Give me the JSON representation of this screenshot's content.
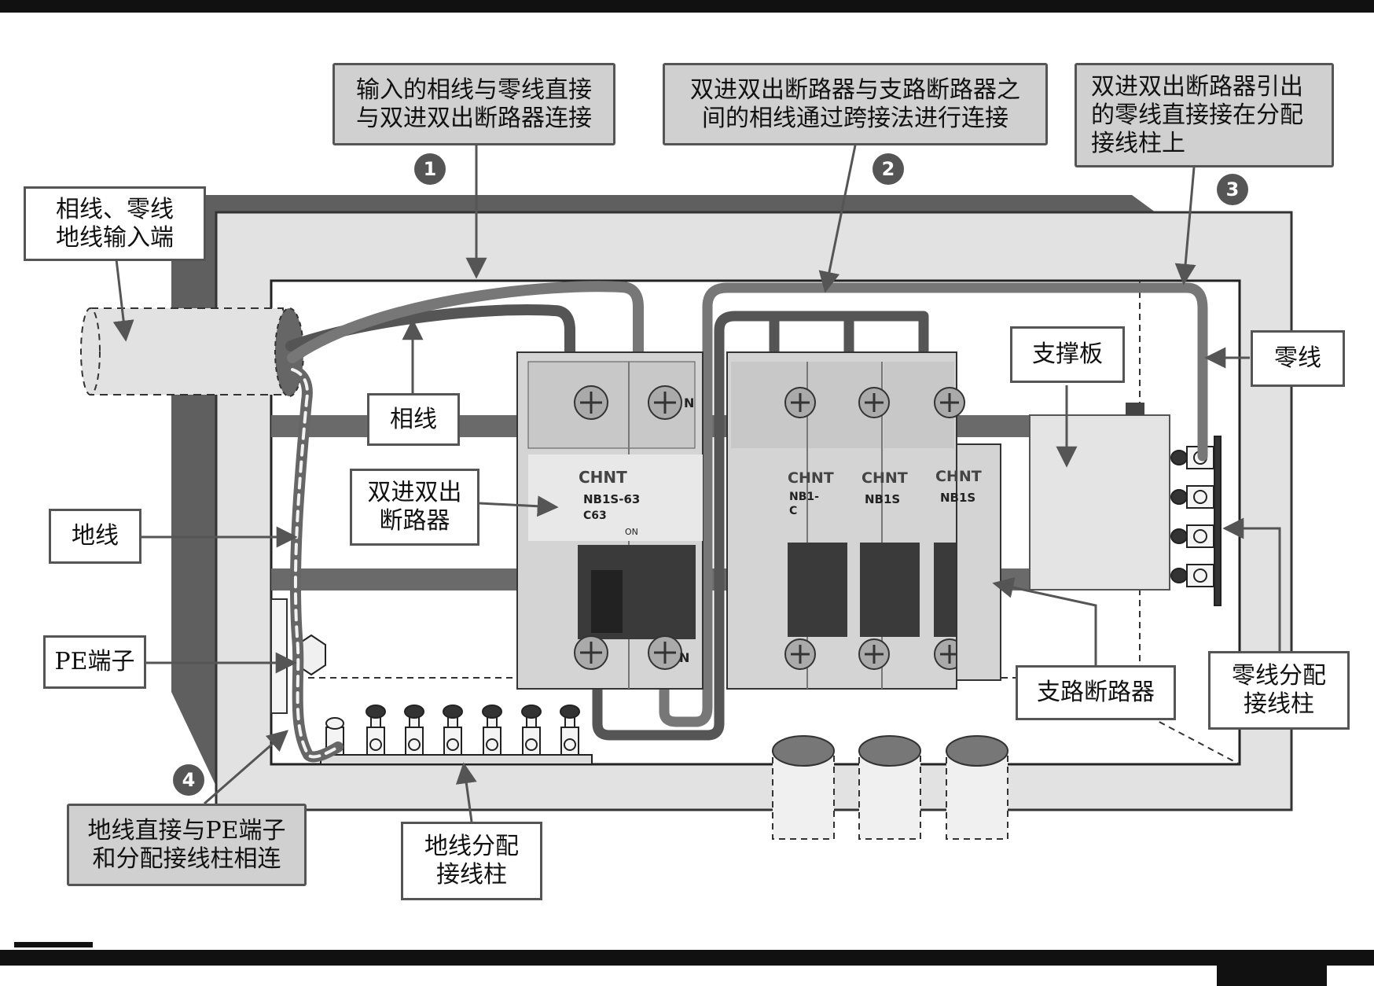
{
  "callouts": {
    "c1": {
      "line1": "输入的相线与零线直接",
      "line2": "与双进双出断路器连接"
    },
    "c2": {
      "line1": "双进双出断路器与支路断路器之",
      "line2": "间的相线通过跨接法进行连接"
    },
    "c3": {
      "line1": "双进双出断路器引出",
      "line2": "的零线直接接在分配",
      "line3": "接线柱上"
    },
    "c4": {
      "line1": "地线直接与PE端子",
      "line2": "和分配接线柱相连"
    }
  },
  "labels": {
    "input": {
      "line1": "相线、零线",
      "line2": "地线输入端"
    },
    "phase": "相线",
    "earth": "地线",
    "dpdt": {
      "line1": "双进双出",
      "line2": "断路器"
    },
    "pe": "PE端子",
    "support": "支撑板",
    "neutral": "零线",
    "branch": "支路断路器",
    "neutral_bus": {
      "line1": "零线分配",
      "line2": "接线柱"
    },
    "earth_bus": {
      "line1": "地线分配",
      "line2": "接线柱"
    }
  },
  "markers": [
    "1",
    "2",
    "3",
    "4"
  ],
  "breakers": {
    "brand": "CHNT",
    "main": {
      "model": "NB1S-63",
      "rating": "C63",
      "n_mark": "N"
    },
    "branch1": {
      "model": "NB1-",
      "rating": "C"
    },
    "branch2": {
      "model": "NB1S"
    },
    "branch3": {
      "model": "NB1S"
    },
    "on_mark": "ON"
  },
  "colors": {
    "wire": "#777777",
    "wire_dark": "#555555",
    "box": "#e2e2e2",
    "frame": "#666666"
  }
}
